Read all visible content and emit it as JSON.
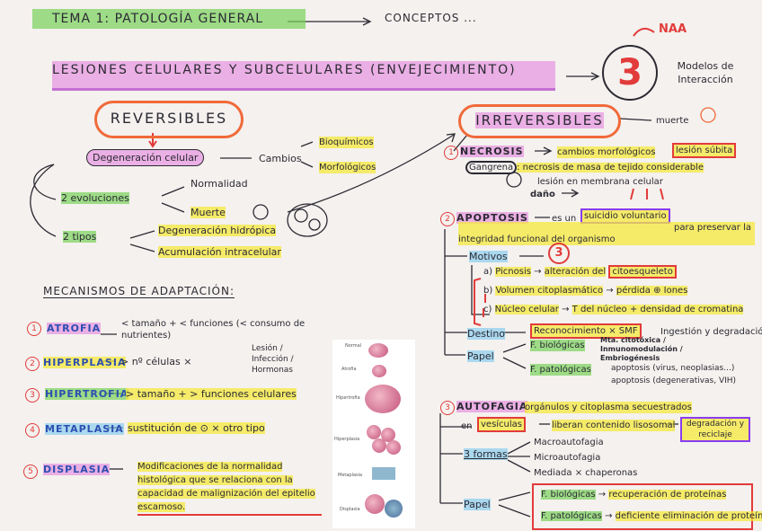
{
  "header": {
    "title": "TEMA 1: PATOLOGÍA GENERAL",
    "conceptos": "CONCEPTOS ...",
    "subtitle": "LESIONES CELULARES Y SUBCELULARES (ENVEJECIMIENTO)",
    "naa": "NAA",
    "big_number": "3",
    "modelos": "Modelos de Interacción"
  },
  "reversibles": {
    "title": "REVERSIBLES",
    "degeneracion": "Degeneración celular",
    "cambios": "Cambios",
    "bioquimicos": "Bioquímicos",
    "morfologicos": "Morfológicos",
    "evoluciones": "2 evoluciones",
    "normalidad": "Normalidad",
    "muerte": "Muerte",
    "tipos": "2 tipos",
    "tipo1": "Degeneración hidrópica",
    "tipo2": "Acumulación intracelular"
  },
  "mecanismos": {
    "title": "MECANISMOS DE ADAPTACIÓN:",
    "items": [
      {
        "n": "1",
        "name": "ATROFIA",
        "desc": "< tamaño + < funciones (< consumo de nutrientes)"
      },
      {
        "n": "2",
        "name": "HIPERPLASIA",
        "desc": "> nº células ×",
        "extra": "Lesión / Infección / Hormonas"
      },
      {
        "n": "3",
        "name": "HIPERTROFIA",
        "desc": "> tamaño + > funciones celulares"
      },
      {
        "n": "4",
        "name": "METAPLASIA",
        "desc": "sustitución de ⊙ × otro tipo"
      },
      {
        "n": "5",
        "name": "DISPLASIA",
        "desc": "Modificaciones de la normalidad histológica que se relaciona con la capacidad de malignización del epitelio escamoso."
      }
    ]
  },
  "panel": {
    "labels": [
      "Normal",
      "Atrofia",
      "Hipertrofia",
      "Hiperplasia",
      "Metaplasia",
      "Displasia"
    ]
  },
  "irreversibles": {
    "title": "IRREVERSIBLES",
    "muerte": "muerte",
    "necrosis": {
      "n": "1",
      "title": "NECROSIS",
      "cambios": "cambios morfológicos",
      "lesion": "lesión súbita",
      "gangrena": "Gangrena",
      "gangrena_desc": ": necrosis de masa de tejido considerable",
      "lesion_membrana": "lesión en membrana celular",
      "dano": "daño"
    },
    "apoptosis": {
      "n": "2",
      "title": "APOPTOSIS",
      "es": "es un",
      "suicidio": "suicidio voluntario",
      "para": "para preservar la integridad funcional del organismo",
      "motivos": "Motivos",
      "tres": "3",
      "a_label": "a)",
      "a_name": "Picnosis",
      "a_desc": "alteración del",
      "a_box": "citoesqueleto",
      "a_extra": "pérdida ⊕ Iones",
      "b_label": "b)",
      "b_name": "Volumen citoplasmático",
      "c_label": "c)",
      "c_name": "Núcleo celular",
      "c_extra": "T del núcleo + densidad de cromatina",
      "destino": "Destino",
      "reconocimiento": "Reconocimiento × SMF",
      "ingestion": "Ingestión y degradación",
      "papel": "Papel",
      "f_bio": "F. biológicas",
      "f_pat": "F. patológicas",
      "mrna": "Mta. citotóxica / Inmunomodulación / Embriogénesis",
      "apo1": "apoptosis (virus, neoplasias...)",
      "apo2": "apoptosis (degenerativas, VIH)"
    },
    "autofagia": {
      "n": "3",
      "title": "AUTOFAGIA",
      "organulos": "orgánulos y citoplasma secuestrados",
      "en": "en",
      "vesiculas": "vesículas",
      "liberan": "liberan contenido lisosomal",
      "degradacion": "degradación y reciclaje",
      "formas": "3 formas",
      "forma1": "Macroautofagia",
      "forma2": "Microautofagia",
      "forma3": "Mediada × chaperonas",
      "papel": "Papel",
      "f_bio": "F. biológicas",
      "f_bio_desc": "recuperación de proteínas",
      "f_pat": "F. patológicas",
      "f_pat_desc": "deficiente eliminación de proteínas"
    }
  }
}
